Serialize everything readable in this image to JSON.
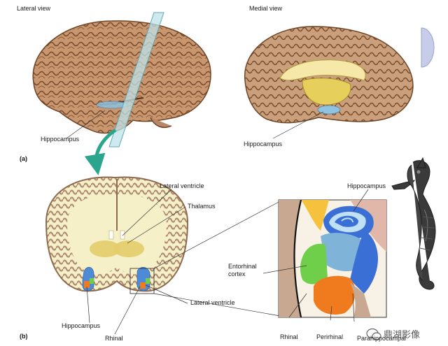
{
  "views": {
    "lateral_title": "Lateral view",
    "medial_title": "Medial view"
  },
  "panels": {
    "a": "(a)",
    "b": "(b)"
  },
  "labels": {
    "hippocampus_lateral": "Hippocampus",
    "hippocampus_medial": "Hippocampus",
    "lateral_ventricle_top": "Lateral ventricle",
    "thalamus": "Thalamus",
    "lateral_ventricle_bottom": "Lateral ventricle",
    "hippocampus_coronal": "Hippocampus",
    "rhinal_coronal": "Rhinal",
    "hippocampus_inset": "Hippocampus",
    "entorhinal_cortex": "Entorhinal\ncortex",
    "rhinal_inset": "Rhinal",
    "perirhinal": "Perirhinal",
    "parahippocampal": "Parahippocampal"
  },
  "watermark": {
    "text": "鼎湖影像",
    "icon": "chat-bubble-icon"
  },
  "colors": {
    "cortex_gray": "#b8875f",
    "white_matter": "#f6f0c8",
    "hippocampus_blue": "#7fb4d8",
    "thalamus_yellow": "#d9c25a",
    "entorhinal_green": "#6fcf4a",
    "perirhinal_orange": "#f07a1e",
    "parahippocampal_blue": "#3a6fd6",
    "arrow_teal": "#2aa58e"
  }
}
